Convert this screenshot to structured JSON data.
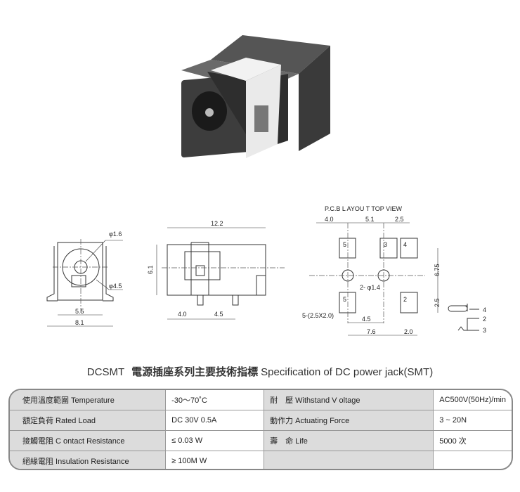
{
  "drawings": {
    "front": {
      "d_inner": "φ1.6",
      "d_outer": "φ4.5",
      "w_inner": "5.5",
      "w_outer": "8.1"
    },
    "side": {
      "length": "12.2",
      "height": "6.1",
      "pin1": "4.0",
      "pin2": "4.5"
    },
    "pcb": {
      "title": "P.C.B L AYOU T TOP VIEW",
      "top_dims": [
        "4.0",
        "5.1",
        "2.5"
      ],
      "right_dims": [
        "6.75",
        "2.5"
      ],
      "bottom_dims": [
        "4.5",
        "7.6",
        "2.0"
      ],
      "holes": "2- φ1.4",
      "pads_note": "5-(2.5X2.0)",
      "pads": [
        "5",
        "3",
        "4",
        "5",
        "2"
      ]
    },
    "schematic": {
      "pins": [
        "4",
        "2",
        "3"
      ]
    }
  },
  "title": {
    "model": "DCSMT",
    "zh": "電源插座系列主要技術指標",
    "en": "Specification of DC power jack(SMT)"
  },
  "spec_rows": [
    [
      "使用溫度範圍 Temperature",
      "-30～70˚C",
      "耐　壓 Withstand V oltage",
      "AC500V(50Hz)/min"
    ],
    [
      "額定負荷  Rated Load",
      "DC  30V  0.5A",
      "動作力  Actuating Force",
      "3 ~ 20N"
    ],
    [
      "接觸電阻  C ontact Resistance",
      "≤ 0.03 W",
      "壽　命  Life",
      "5000 次"
    ],
    [
      "絕緣電阻  Insulation Resistance",
      "≥ 100M W",
      "",
      ""
    ]
  ]
}
